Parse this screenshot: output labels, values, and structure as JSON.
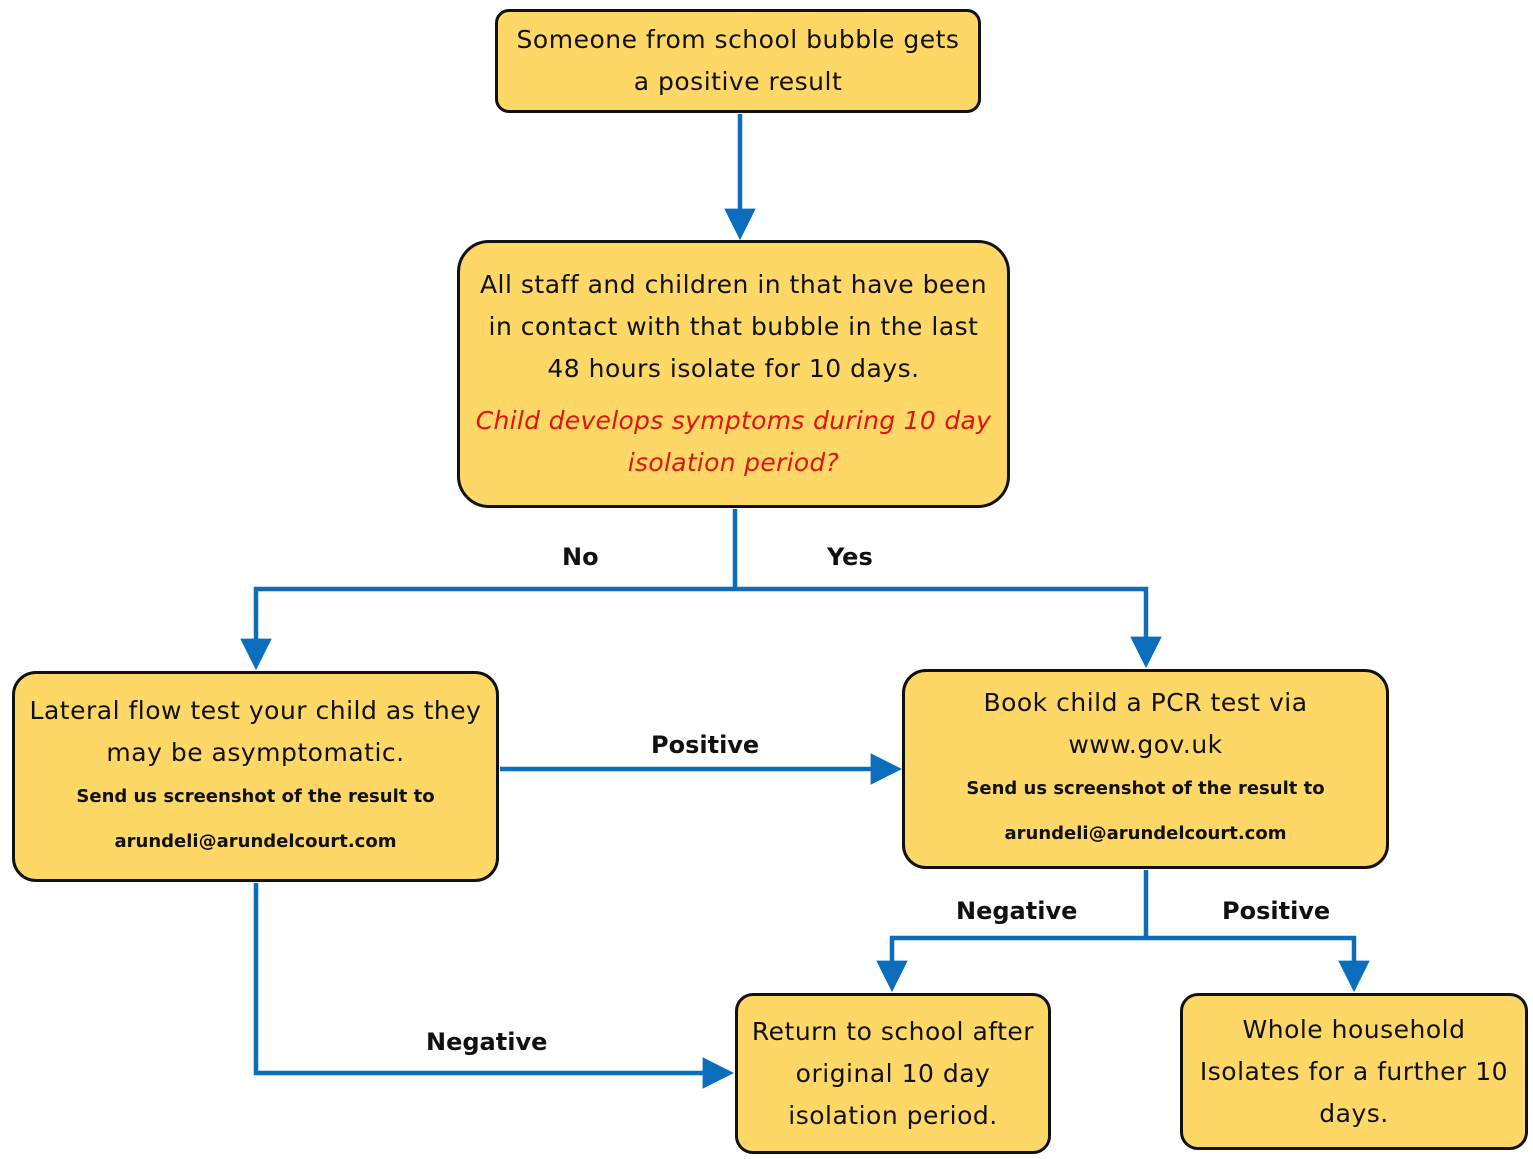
{
  "colors": {
    "box_fill": "#fdd867",
    "box_border": "#111111",
    "arrow": "#0a6ebd",
    "question_text": "#e0140f"
  },
  "nodes": {
    "start": {
      "lines": [
        "Someone from school bubble gets",
        "a positive result"
      ]
    },
    "isolate": {
      "lines": [
        "All staff and children in that have been",
        "in contact with that bubble in the last",
        "48 hours isolate for 10 days."
      ],
      "question_lines": [
        "Child develops symptoms during 10 day",
        "isolation period?"
      ]
    },
    "lateral_flow": {
      "lines": [
        "Lateral flow test your child as they",
        "may be asymptomatic."
      ],
      "note_lines": [
        "Send us screenshot of the result to",
        "arundeli@arundelcourt.com"
      ]
    },
    "pcr": {
      "lines": [
        "Book child a PCR test via",
        "www.gov.uk"
      ],
      "note_lines": [
        "Send us screenshot of the result to",
        "arundeli@arundelcourt.com"
      ]
    },
    "return": {
      "lines": [
        "Return to school after",
        "original 10 day",
        "isolation period."
      ]
    },
    "household": {
      "lines": [
        "Whole household",
        "Isolates for a further 10",
        "days."
      ]
    }
  },
  "edge_labels": {
    "no": "No",
    "yes": "Yes",
    "lft_positive": "Positive",
    "lft_negative": "Negative",
    "pcr_negative": "Negative",
    "pcr_positive": "Positive"
  }
}
